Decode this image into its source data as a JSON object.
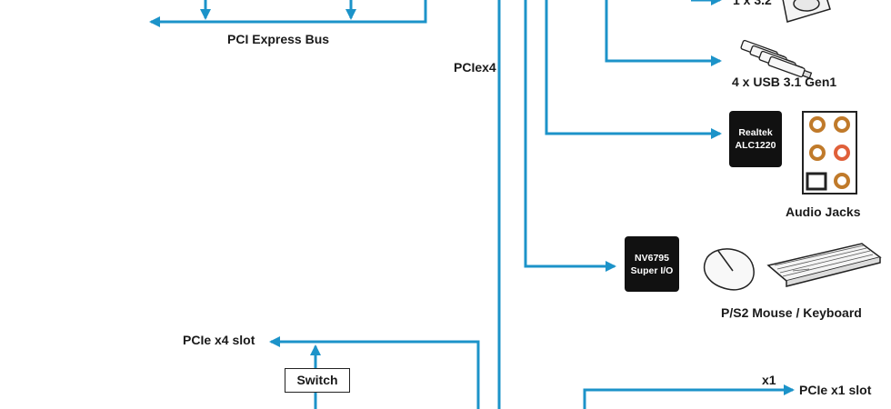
{
  "colors": {
    "line": "#1c93c9",
    "chip": "#111111",
    "text": "#1a1a1a",
    "jack_ring": "#c07a2a",
    "jack_ring_alt": "#e0603a"
  },
  "labels": {
    "pci_express_bus": "PCI Express Bus",
    "pcie_x4_link": "PCIex4",
    "usb32": "1 x 3.2",
    "usb31": "4 x USB 3.1 Gen1",
    "audio_jacks": "Audio Jacks",
    "ps2": "P/S2 Mouse / Keyboard",
    "pcie_x4_slot": "PCIe x4 slot",
    "switch": "Switch",
    "x1": "x1",
    "pcie_x1_slot": "PCIe x1 slot"
  },
  "chips": {
    "realtek": {
      "line1": "Realtek",
      "line2": "ALC1220"
    },
    "superio": {
      "line1": "NV6795",
      "line2": "Super I/O"
    }
  },
  "icons": [
    "hdd-icon",
    "usb-sticks-icon",
    "audio-jacks-icon",
    "mouse-icon",
    "keyboard-icon"
  ]
}
